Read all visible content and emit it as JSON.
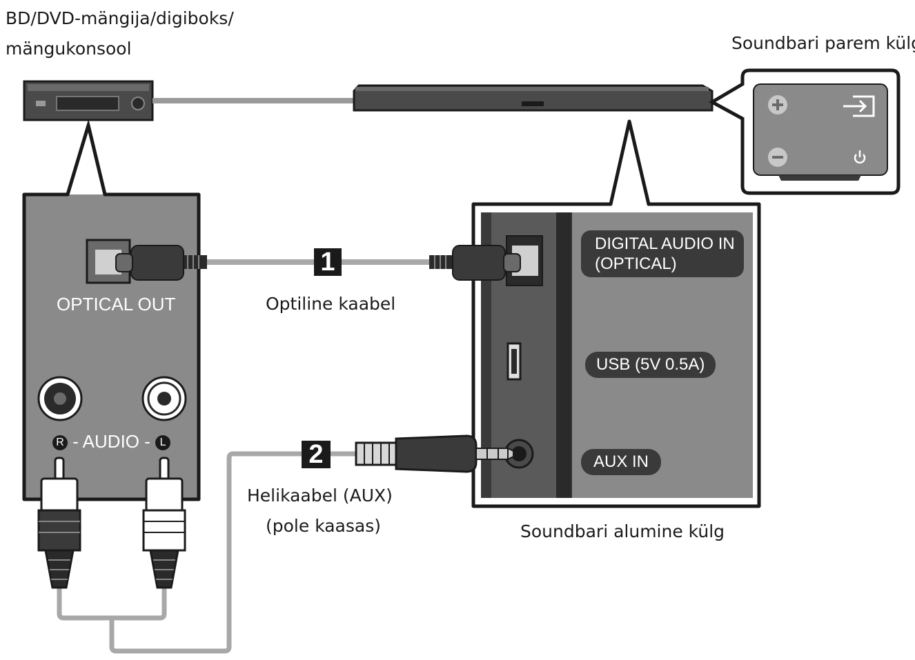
{
  "labels": {
    "source_device_line1": "BD/DVD-mängija/digiboks/",
    "source_device_line2": "mängukonsool",
    "soundbar_right_side": "Soundbari parem külg",
    "soundbar_bottom_side": "Soundbari alumine külg",
    "optical_cable": "Optiline kaabel",
    "aux_cable_line1": "Helikaabel (AUX)",
    "aux_cable_line2": "(pole kaasas)"
  },
  "source_panel": {
    "optical_out": "OPTICAL OUT",
    "audio_r": "R",
    "audio_text": " - AUDIO - ",
    "audio_l": "L"
  },
  "soundbar_panel": {
    "digital_audio_in_line1": "DIGITAL AUDIO IN",
    "digital_audio_in_line2": "(OPTICAL)",
    "usb": "USB (5V 0.5A)",
    "aux_in": "AUX IN"
  },
  "steps": {
    "step1": "1",
    "step2": "2"
  },
  "icons": {
    "volume_up": "plus-icon",
    "volume_down": "minus-icon",
    "input": "input-source-icon",
    "power": "power-icon"
  },
  "colors": {
    "panel_gray": "#8a8a8a",
    "panel_dark": "#3a3a3a",
    "outline": "#1a1a1a",
    "cable_gray": "#a8a8a8"
  }
}
